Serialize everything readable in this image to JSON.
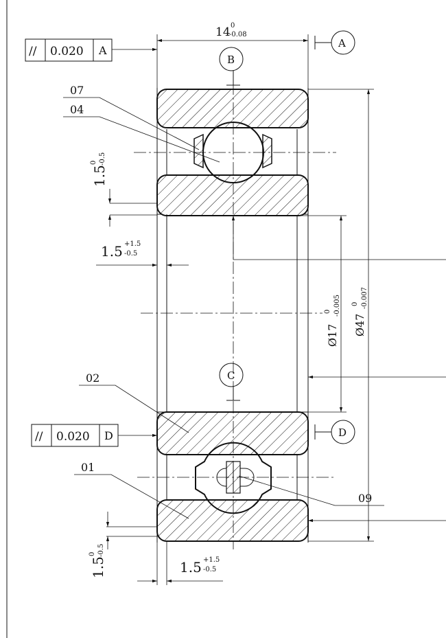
{
  "tolerance_frames": [
    {
      "symbol": "//",
      "value": "0.020",
      "datum": "A"
    },
    {
      "symbol": "//",
      "value": "0.020",
      "datum": "D"
    }
  ],
  "datums": {
    "A": "A",
    "B": "B",
    "C": "C",
    "D": "D"
  },
  "dimensions": {
    "width": {
      "main": "14",
      "upper": "0",
      "lower": "-0.08"
    },
    "bore": {
      "main": "Ø17",
      "upper": "0",
      "lower": "-0.005"
    },
    "outer": {
      "main": "Ø47",
      "upper": "0",
      "lower": "-0.007"
    },
    "chamfer_top_vertical": {
      "main": "1.5",
      "upper": "0",
      "lower": "-0.5"
    },
    "chamfer_top_horizontal": {
      "main": "1.5",
      "upper": "+1.5",
      "lower": "-0.5"
    },
    "chamfer_bottom_vertical": {
      "main": "1.5",
      "upper": "0",
      "lower": "-0.5"
    },
    "chamfer_bottom_horizontal": {
      "main": "1.5",
      "upper": "+1.5",
      "lower": "-0.5"
    }
  },
  "part_labels": {
    "p07": "07",
    "p04": "04",
    "p02": "02",
    "p01": "01",
    "p09": "09"
  }
}
